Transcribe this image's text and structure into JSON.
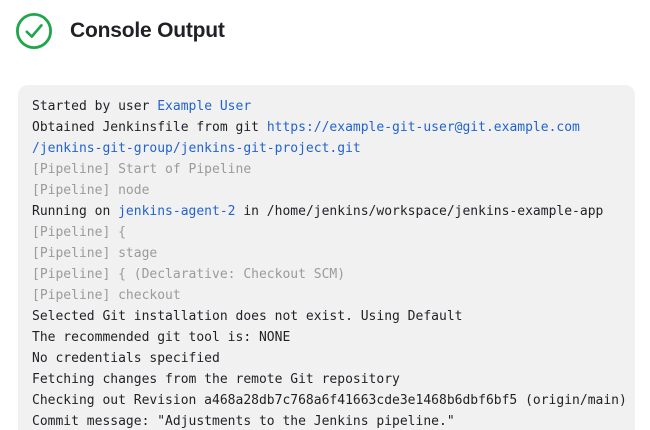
{
  "header": {
    "title": "Console Output",
    "status": "success"
  },
  "colors": {
    "success_green": "#1ea64b",
    "link_blue": "#2264cf",
    "muted_gray": "#9b9b9b",
    "text_dark": "#1f2125",
    "console_bg": "#f1f1f2"
  },
  "console": {
    "lines": [
      {
        "segments": [
          {
            "text": "Started by user ",
            "style": "plain"
          },
          {
            "text": "Example User",
            "style": "link"
          }
        ]
      },
      {
        "segments": [
          {
            "text": "Obtained Jenkinsfile from git ",
            "style": "plain"
          },
          {
            "text": "https://example-git-user@git.example.com",
            "style": "link"
          }
        ]
      },
      {
        "segments": [
          {
            "text": "/jenkins-git-group/jenkins-git-project.git",
            "style": "link"
          }
        ]
      },
      {
        "segments": [
          {
            "text": "[Pipeline] Start of Pipeline",
            "style": "muted"
          }
        ]
      },
      {
        "segments": [
          {
            "text": "[Pipeline] node",
            "style": "muted"
          }
        ]
      },
      {
        "segments": [
          {
            "text": "Running on ",
            "style": "plain"
          },
          {
            "text": "jenkins-agent-2",
            "style": "link"
          },
          {
            "text": " in /home/jenkins/workspace/jenkins-example-app",
            "style": "plain"
          }
        ]
      },
      {
        "segments": [
          {
            "text": "[Pipeline] {",
            "style": "muted"
          }
        ]
      },
      {
        "segments": [
          {
            "text": "[Pipeline] stage",
            "style": "muted"
          }
        ]
      },
      {
        "segments": [
          {
            "text": "[Pipeline] { (Declarative: Checkout SCM)",
            "style": "muted"
          }
        ]
      },
      {
        "segments": [
          {
            "text": "[Pipeline] checkout",
            "style": "muted"
          }
        ]
      },
      {
        "segments": [
          {
            "text": "Selected Git installation does not exist. Using Default",
            "style": "plain"
          }
        ]
      },
      {
        "segments": [
          {
            "text": "The recommended git tool is: NONE",
            "style": "plain"
          }
        ]
      },
      {
        "segments": [
          {
            "text": "No credentials specified",
            "style": "plain"
          }
        ]
      },
      {
        "segments": [
          {
            "text": "Fetching changes from the remote Git repository",
            "style": "plain"
          }
        ]
      },
      {
        "segments": [
          {
            "text": "Checking out Revision a468a28db7c768a6f41663cde3e1468b6dbf6bf5 (origin/main)",
            "style": "plain"
          }
        ]
      },
      {
        "segments": [
          {
            "text": "Commit message: \"Adjustments to the Jenkins pipeline.\"",
            "style": "plain"
          }
        ]
      }
    ]
  }
}
